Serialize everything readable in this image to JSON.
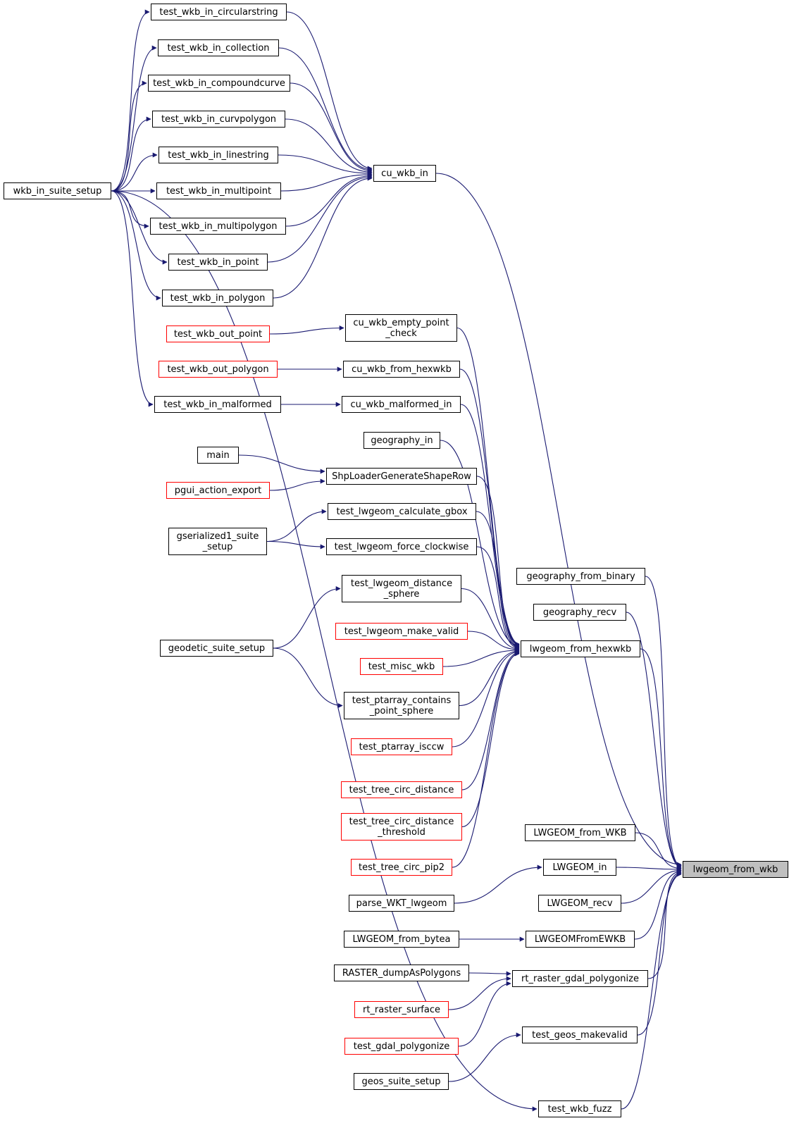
{
  "colors": {
    "edge": "#191970",
    "border": "#000000",
    "incomplete_border": "#ff0000",
    "focus_fill": "#bfbfbf"
  },
  "nodes": [
    {
      "id": "lwgeom_from_wkb",
      "label": "lwgeom_from_wkb",
      "focus": true
    },
    {
      "id": "cu_wkb_in",
      "label": "cu_wkb_in"
    },
    {
      "id": "wkb_in_suite_setup",
      "label": "wkb_in_suite_setup"
    },
    {
      "id": "test_wkb_in_circularstring",
      "label": "test_wkb_in_circularstring"
    },
    {
      "id": "test_wkb_in_collection",
      "label": "test_wkb_in_collection"
    },
    {
      "id": "test_wkb_in_compoundcurve",
      "label": "test_wkb_in_compoundcurve"
    },
    {
      "id": "test_wkb_in_curvpolygon",
      "label": "test_wkb_in_curvpolygon"
    },
    {
      "id": "test_wkb_in_linestring",
      "label": "test_wkb_in_linestring"
    },
    {
      "id": "test_wkb_in_multipoint",
      "label": "test_wkb_in_multipoint"
    },
    {
      "id": "test_wkb_in_multipolygon",
      "label": "test_wkb_in_multipolygon"
    },
    {
      "id": "test_wkb_in_point",
      "label": "test_wkb_in_point"
    },
    {
      "id": "test_wkb_in_polygon",
      "label": "test_wkb_in_polygon"
    },
    {
      "id": "lwgeom_from_hexwkb",
      "label": "lwgeom_from_hexwkb"
    },
    {
      "id": "cu_wkb_empty_point_check",
      "label": "cu_wkb_empty_point\n_check"
    },
    {
      "id": "test_wkb_out_point",
      "label": "test_wkb_out_point",
      "incomplete": true
    },
    {
      "id": "cu_wkb_from_hexwkb",
      "label": "cu_wkb_from_hexwkb"
    },
    {
      "id": "test_wkb_out_polygon",
      "label": "test_wkb_out_polygon",
      "incomplete": true
    },
    {
      "id": "cu_wkb_malformed_in",
      "label": "cu_wkb_malformed_in"
    },
    {
      "id": "test_wkb_in_malformed",
      "label": "test_wkb_in_malformed"
    },
    {
      "id": "geography_in",
      "label": "geography_in"
    },
    {
      "id": "ShpLoaderGenerateShapeRow",
      "label": "ShpLoaderGenerateShapeRow"
    },
    {
      "id": "main",
      "label": "main"
    },
    {
      "id": "pgui_action_export",
      "label": "pgui_action_export",
      "incomplete": true
    },
    {
      "id": "test_lwgeom_calculate_gbox",
      "label": "test_lwgeom_calculate_gbox"
    },
    {
      "id": "gserialized1_suite_setup",
      "label": "gserialized1_suite\n_setup"
    },
    {
      "id": "test_lwgeom_force_clockwise",
      "label": "test_lwgeom_force_clockwise"
    },
    {
      "id": "test_lwgeom_distance_sphere",
      "label": "test_lwgeom_distance\n_sphere"
    },
    {
      "id": "geodetic_suite_setup",
      "label": "geodetic_suite_setup"
    },
    {
      "id": "test_lwgeom_make_valid",
      "label": "test_lwgeom_make_valid",
      "incomplete": true
    },
    {
      "id": "test_misc_wkb",
      "label": "test_misc_wkb",
      "incomplete": true
    },
    {
      "id": "test_ptarray_contains_point_sphere",
      "label": "test_ptarray_contains\n_point_sphere"
    },
    {
      "id": "test_ptarray_isccw",
      "label": "test_ptarray_isccw",
      "incomplete": true
    },
    {
      "id": "test_tree_circ_distance",
      "label": "test_tree_circ_distance",
      "incomplete": true
    },
    {
      "id": "test_tree_circ_distance_threshold",
      "label": "test_tree_circ_distance\n_threshold",
      "incomplete": true
    },
    {
      "id": "test_tree_circ_pip2",
      "label": "test_tree_circ_pip2",
      "incomplete": true
    },
    {
      "id": "geography_from_binary",
      "label": "geography_from_binary"
    },
    {
      "id": "geography_recv",
      "label": "geography_recv"
    },
    {
      "id": "LWGEOM_from_WKB",
      "label": "LWGEOM_from_WKB"
    },
    {
      "id": "LWGEOM_in",
      "label": "LWGEOM_in"
    },
    {
      "id": "parse_WKT_lwgeom",
      "label": "parse_WKT_lwgeom"
    },
    {
      "id": "LWGEOM_recv",
      "label": "LWGEOM_recv"
    },
    {
      "id": "LWGEOMFromEWKB",
      "label": "LWGEOMFromEWKB"
    },
    {
      "id": "LWGEOM_from_bytea",
      "label": "LWGEOM_from_bytea"
    },
    {
      "id": "rt_raster_gdal_polygonize",
      "label": "rt_raster_gdal_polygonize"
    },
    {
      "id": "RASTER_dumpAsPolygons",
      "label": "RASTER_dumpAsPolygons"
    },
    {
      "id": "rt_raster_surface",
      "label": "rt_raster_surface",
      "incomplete": true
    },
    {
      "id": "test_gdal_polygonize",
      "label": "test_gdal_polygonize",
      "incomplete": true
    },
    {
      "id": "test_geos_makevalid",
      "label": "test_geos_makevalid"
    },
    {
      "id": "geos_suite_setup",
      "label": "geos_suite_setup"
    },
    {
      "id": "test_wkb_fuzz",
      "label": "test_wkb_fuzz"
    }
  ],
  "edges": [
    [
      "cu_wkb_in",
      "lwgeom_from_wkb"
    ],
    [
      "test_wkb_in_circularstring",
      "cu_wkb_in"
    ],
    [
      "test_wkb_in_collection",
      "cu_wkb_in"
    ],
    [
      "test_wkb_in_compoundcurve",
      "cu_wkb_in"
    ],
    [
      "test_wkb_in_curvpolygon",
      "cu_wkb_in"
    ],
    [
      "test_wkb_in_linestring",
      "cu_wkb_in"
    ],
    [
      "test_wkb_in_multipoint",
      "cu_wkb_in"
    ],
    [
      "test_wkb_in_multipolygon",
      "cu_wkb_in"
    ],
    [
      "test_wkb_in_point",
      "cu_wkb_in"
    ],
    [
      "test_wkb_in_polygon",
      "cu_wkb_in"
    ],
    [
      "wkb_in_suite_setup",
      "test_wkb_in_circularstring"
    ],
    [
      "wkb_in_suite_setup",
      "test_wkb_in_collection"
    ],
    [
      "wkb_in_suite_setup",
      "test_wkb_in_compoundcurve"
    ],
    [
      "wkb_in_suite_setup",
      "test_wkb_in_curvpolygon"
    ],
    [
      "wkb_in_suite_setup",
      "test_wkb_in_linestring"
    ],
    [
      "wkb_in_suite_setup",
      "test_wkb_in_multipoint"
    ],
    [
      "wkb_in_suite_setup",
      "test_wkb_in_multipolygon"
    ],
    [
      "wkb_in_suite_setup",
      "test_wkb_in_point"
    ],
    [
      "wkb_in_suite_setup",
      "test_wkb_in_polygon"
    ],
    [
      "wkb_in_suite_setup",
      "test_wkb_in_malformed"
    ],
    [
      "wkb_in_suite_setup",
      "test_wkb_fuzz"
    ],
    [
      "lwgeom_from_hexwkb",
      "lwgeom_from_wkb"
    ],
    [
      "cu_wkb_empty_point_check",
      "lwgeom_from_hexwkb"
    ],
    [
      "test_wkb_out_point",
      "cu_wkb_empty_point_check"
    ],
    [
      "cu_wkb_from_hexwkb",
      "lwgeom_from_hexwkb"
    ],
    [
      "test_wkb_out_polygon",
      "cu_wkb_from_hexwkb"
    ],
    [
      "cu_wkb_malformed_in",
      "lwgeom_from_hexwkb"
    ],
    [
      "test_wkb_in_malformed",
      "cu_wkb_malformed_in"
    ],
    [
      "geography_in",
      "lwgeom_from_hexwkb"
    ],
    [
      "ShpLoaderGenerateShapeRow",
      "lwgeom_from_hexwkb"
    ],
    [
      "main",
      "ShpLoaderGenerateShapeRow"
    ],
    [
      "pgui_action_export",
      "ShpLoaderGenerateShapeRow"
    ],
    [
      "test_lwgeom_calculate_gbox",
      "lwgeom_from_hexwkb"
    ],
    [
      "gserialized1_suite_setup",
      "test_lwgeom_calculate_gbox"
    ],
    [
      "test_lwgeom_force_clockwise",
      "lwgeom_from_hexwkb"
    ],
    [
      "gserialized1_suite_setup",
      "test_lwgeom_force_clockwise"
    ],
    [
      "test_lwgeom_distance_sphere",
      "lwgeom_from_hexwkb"
    ],
    [
      "geodetic_suite_setup",
      "test_lwgeom_distance_sphere"
    ],
    [
      "test_lwgeom_make_valid",
      "lwgeom_from_hexwkb"
    ],
    [
      "test_misc_wkb",
      "lwgeom_from_hexwkb"
    ],
    [
      "test_ptarray_contains_point_sphere",
      "lwgeom_from_hexwkb"
    ],
    [
      "geodetic_suite_setup",
      "test_ptarray_contains_point_sphere"
    ],
    [
      "test_ptarray_isccw",
      "lwgeom_from_hexwkb"
    ],
    [
      "test_tree_circ_distance",
      "lwgeom_from_hexwkb"
    ],
    [
      "test_tree_circ_distance_threshold",
      "lwgeom_from_hexwkb"
    ],
    [
      "test_tree_circ_pip2",
      "lwgeom_from_hexwkb"
    ],
    [
      "geography_from_binary",
      "lwgeom_from_wkb"
    ],
    [
      "geography_recv",
      "lwgeom_from_wkb"
    ],
    [
      "LWGEOM_from_WKB",
      "lwgeom_from_wkb"
    ],
    [
      "LWGEOM_in",
      "lwgeom_from_wkb"
    ],
    [
      "parse_WKT_lwgeom",
      "LWGEOM_in"
    ],
    [
      "LWGEOM_recv",
      "lwgeom_from_wkb"
    ],
    [
      "LWGEOMFromEWKB",
      "lwgeom_from_wkb"
    ],
    [
      "LWGEOM_from_bytea",
      "LWGEOMFromEWKB"
    ],
    [
      "rt_raster_gdal_polygonize",
      "lwgeom_from_wkb"
    ],
    [
      "RASTER_dumpAsPolygons",
      "rt_raster_gdal_polygonize"
    ],
    [
      "rt_raster_surface",
      "rt_raster_gdal_polygonize"
    ],
    [
      "test_gdal_polygonize",
      "rt_raster_gdal_polygonize"
    ],
    [
      "test_geos_makevalid",
      "lwgeom_from_wkb"
    ],
    [
      "geos_suite_setup",
      "test_geos_makevalid"
    ],
    [
      "test_wkb_fuzz",
      "lwgeom_from_wkb"
    ]
  ]
}
